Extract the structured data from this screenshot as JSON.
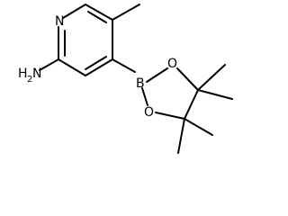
{
  "molecule": {
    "atoms": {
      "pyridine_n": "N",
      "amine_h": "H",
      "amine_h_count": "2",
      "amine_n": "N",
      "boron": "B",
      "oxygen_top": "O",
      "oxygen_bottom": "O"
    }
  },
  "colors": {
    "bond": "#000000",
    "background": "#ffffff"
  }
}
